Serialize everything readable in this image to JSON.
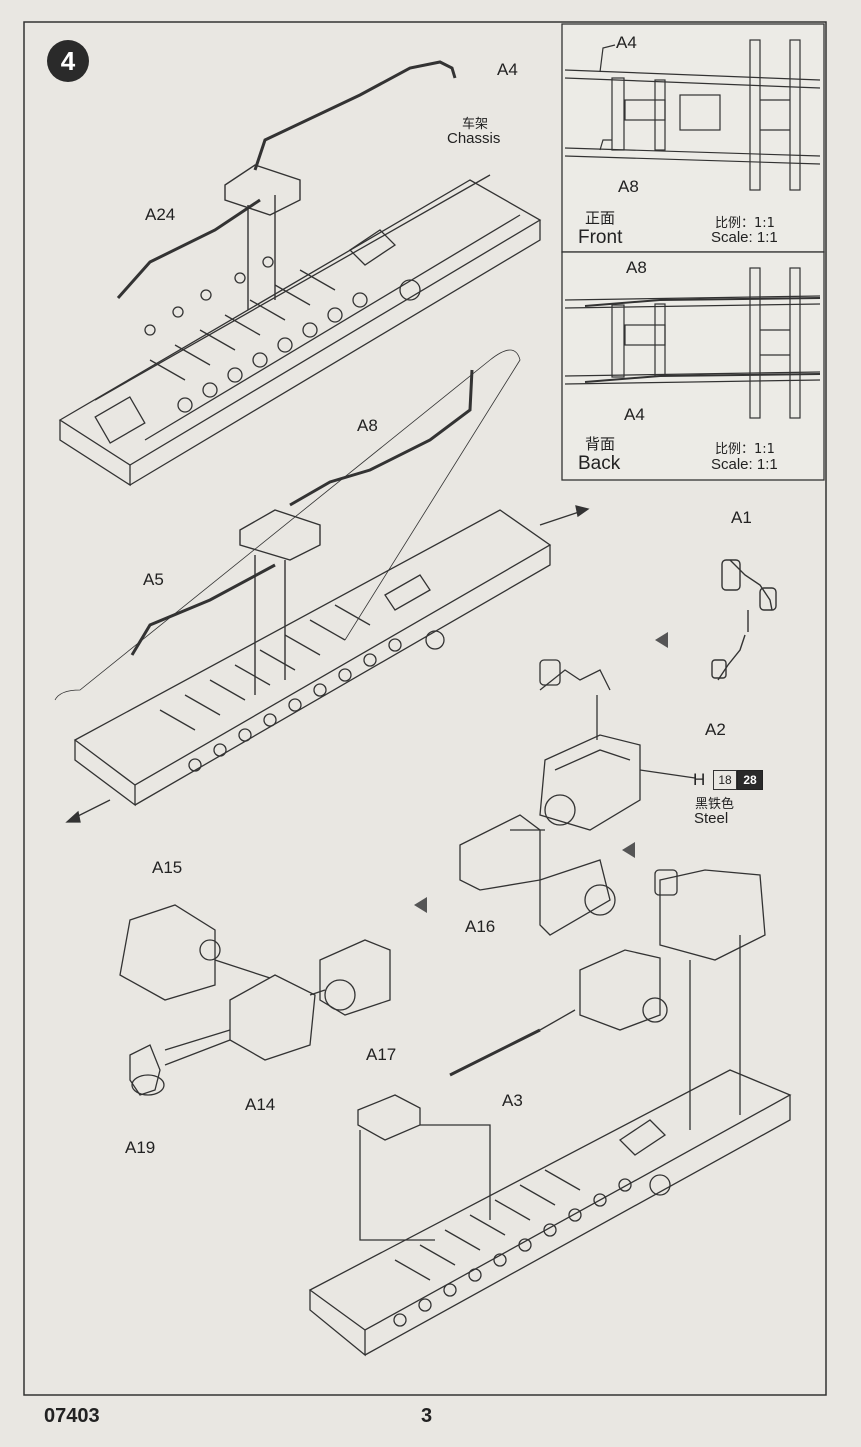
{
  "step": {
    "number": "4"
  },
  "parts": {
    "a4": "A4",
    "a24": "A24",
    "a8": "A8",
    "a5": "A5",
    "a1": "A1",
    "a2": "A2",
    "a15": "A15",
    "a16": "A16",
    "a14": "A14",
    "a17": "A17",
    "a3": "A3",
    "a19": "A19"
  },
  "chassis_label": {
    "cn": "车架",
    "en": "Chassis"
  },
  "inset_front": {
    "a4": "A4",
    "a8": "A8",
    "view_cn": "正面",
    "view_en": "Front",
    "scale_cn": "比例：1:1",
    "scale_en": "Scale: 1:1"
  },
  "inset_back": {
    "a8": "A8",
    "a4": "A4",
    "view_cn": "背面",
    "view_en": "Back",
    "scale_cn": "比例：1:1",
    "scale_en": "Scale: 1:1"
  },
  "paint": {
    "part": "H",
    "code_1": "18",
    "code_2": "28",
    "color_cn": "黑铁色",
    "color_en": "Steel",
    "swatch_dark": "#2a2a2a"
  },
  "footer": {
    "product_code": "07403",
    "page_number": "3"
  }
}
